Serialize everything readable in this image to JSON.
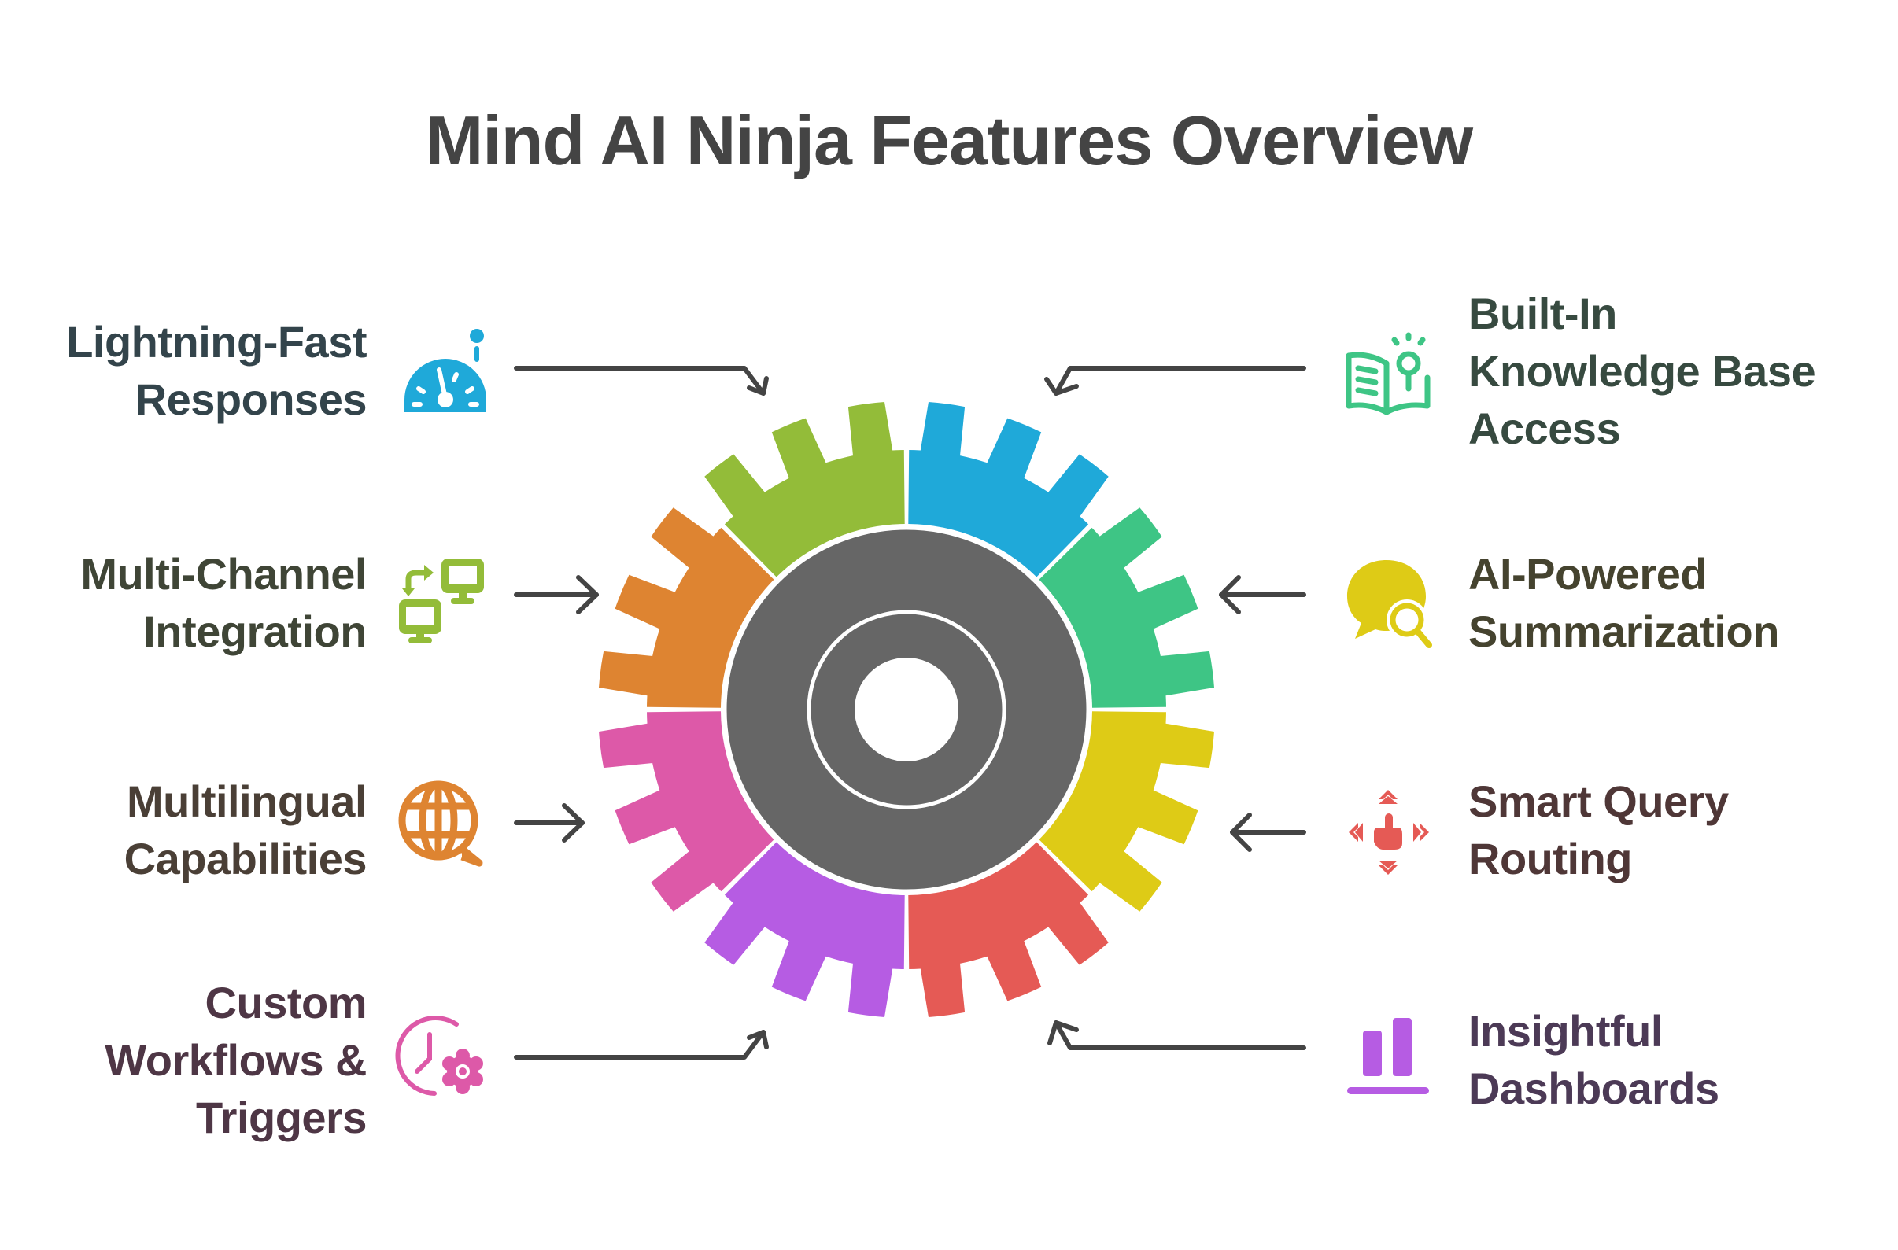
{
  "title": "Mind AI Ninja Features Overview",
  "colors": {
    "hub": "#666666",
    "arrow": "#444444",
    "background": "#ffffff"
  },
  "features": [
    {
      "id": "lightning-fast-responses",
      "side": "left",
      "lines": [
        "Lightning-Fast",
        "Responses"
      ],
      "icon": "speedometer-icon",
      "color": "#1FA9D9",
      "text_color": "#33444B"
    },
    {
      "id": "multi-channel-integration",
      "side": "left",
      "lines": [
        "Multi-Channel",
        "Integration"
      ],
      "icon": "multi-device-sync-icon",
      "color": "#93BC39",
      "text_color": "#3F4536"
    },
    {
      "id": "multilingual-capabilities",
      "side": "left",
      "lines": [
        "Multilingual",
        "Capabilities"
      ],
      "icon": "globe-chat-icon",
      "color": "#DE8431",
      "text_color": "#4A3F36"
    },
    {
      "id": "custom-workflows-triggers",
      "side": "left",
      "lines": [
        "Custom",
        "Workflows &",
        "Triggers"
      ],
      "icon": "clock-gear-icon",
      "color": "#DD59A8",
      "text_color": "#4E3645"
    },
    {
      "id": "built-in-knowledge-base-access",
      "side": "right",
      "lines": [
        "Built-In",
        "Knowledge Base",
        "Access"
      ],
      "icon": "book-lightbulb-icon",
      "color": "#3EC585",
      "text_color": "#374A40"
    },
    {
      "id": "ai-powered-summarization",
      "side": "right",
      "lines": [
        "AI-Powered",
        "Summarization"
      ],
      "icon": "chat-search-icon",
      "color": "#DECB16",
      "text_color": "#45432F"
    },
    {
      "id": "smart-query-routing",
      "side": "right",
      "lines": [
        "Smart Query",
        "Routing"
      ],
      "icon": "pointer-routing-icon",
      "color": "#E55A55",
      "text_color": "#4F3737"
    },
    {
      "id": "insightful-dashboards",
      "side": "right",
      "lines": [
        "Insightful",
        "Dashboards"
      ],
      "icon": "bar-chart-icon",
      "color": "#B65CE3",
      "text_color": "#4C3A56"
    }
  ],
  "gear_segments": [
    {
      "feature": "lightning-fast-responses",
      "color": "#1FA9D9"
    },
    {
      "feature": "built-in-knowledge-base-access",
      "color": "#3EC585"
    },
    {
      "feature": "ai-powered-summarization",
      "color": "#DECB16"
    },
    {
      "feature": "smart-query-routing",
      "color": "#E55A55"
    },
    {
      "feature": "insightful-dashboards",
      "color": "#B65CE3"
    },
    {
      "feature": "custom-workflows-triggers",
      "color": "#DD59A8"
    },
    {
      "feature": "multilingual-capabilities",
      "color": "#DE8431"
    },
    {
      "feature": "multi-channel-integration",
      "color": "#93BC39"
    }
  ]
}
